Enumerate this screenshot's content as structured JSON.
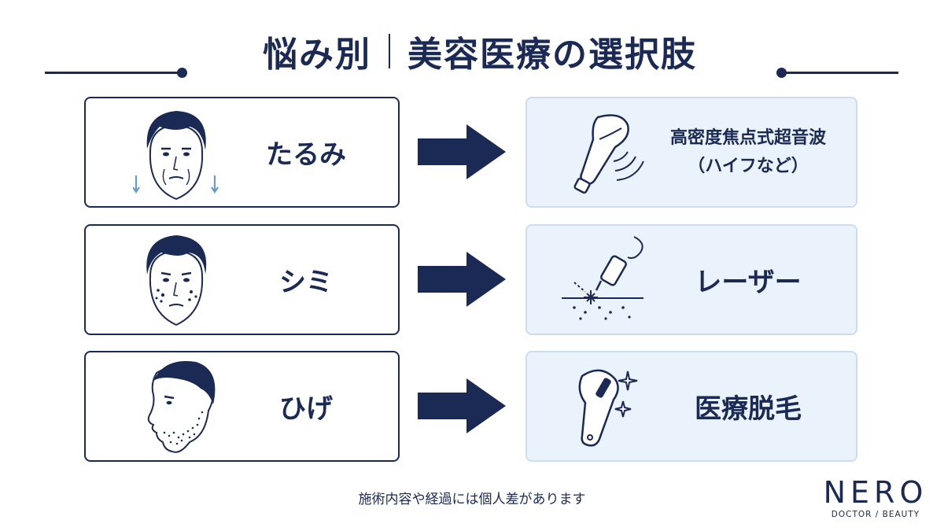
{
  "title": {
    "left": "悩み別",
    "right": "美容医療の選択肢"
  },
  "rows": [
    {
      "concern": "たるみ",
      "treatment_line1": "高密度焦点式超音波",
      "treatment_line2": "（ハイフなど）"
    },
    {
      "concern": "シミ",
      "treatment_line1": "レーザー"
    },
    {
      "concern": "ひげ",
      "treatment_line1": "医療脱毛"
    }
  ],
  "footnote": "施術内容や経過には個人差があります",
  "brand": {
    "name": "NERO",
    "tagline": "DOCTOR / BEAUTY"
  },
  "colors": {
    "navy": "#1b2a55",
    "card_blue": "#eaf2fc",
    "accent_arrow": "#6a9ad6"
  },
  "icons": [
    "sagging-face-icon",
    "spots-face-icon",
    "beard-face-icon",
    "hifu-device-icon",
    "laser-device-icon",
    "hair-removal-device-icon",
    "right-arrow-icon"
  ]
}
